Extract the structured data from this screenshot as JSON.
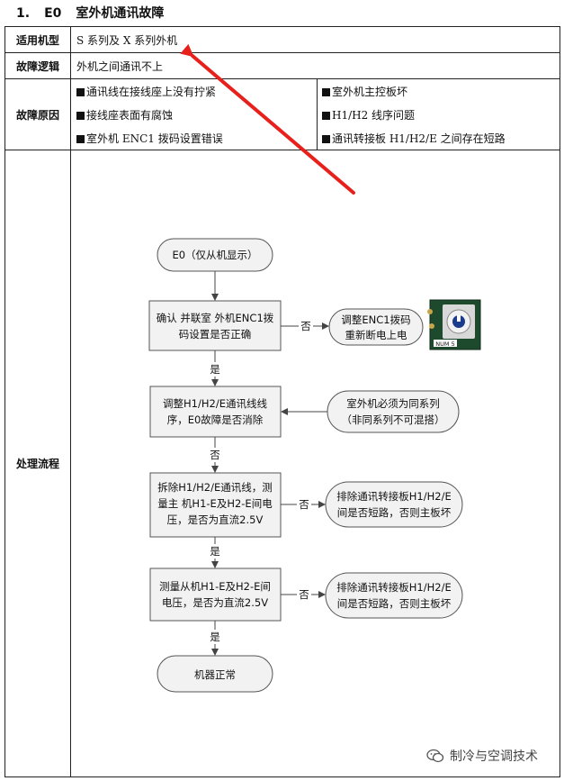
{
  "heading": {
    "number": "1.",
    "code": "E0",
    "title": "室外机通讯故障"
  },
  "table": {
    "model_label": "适用机型",
    "model_value": "S 系列及 X 系列外机",
    "logic_label": "故障逻辑",
    "logic_value": "外机之间通讯不上",
    "cause_label": "故障原因",
    "causes_left": [
      "通讯线在接线座上没有拧紧",
      "接线座表面有腐蚀",
      "室外机 ENC1 拨码设置错误"
    ],
    "causes_right": [
      "室外机主控板坏",
      "H1/H2 线序问题",
      "通讯转接板 H1/H2/E 之间存在短路"
    ],
    "process_label": "处理流程"
  },
  "flow": {
    "start": "E0（仅从机显示）",
    "step1": [
      "确认 并联室 外机ENC1拨",
      "码设置是否正确"
    ],
    "step1_no": "否",
    "step1_action": [
      "调整ENC1拨码",
      "重新断电上电"
    ],
    "yes1": "是",
    "step2": [
      "调整H1/H2/E通讯线线",
      "序，E0故障是否消除"
    ],
    "step2_note": [
      "室外机必须为同系列",
      "（非同系列不可混搭）"
    ],
    "no2": "否",
    "step3": [
      "拆除H1/H2/E通讯线，测",
      "量主 机H1-E及H2-E间电",
      "压，是否为直流2.5V"
    ],
    "step3_no": "否",
    "step3_action": [
      "排除通讯转接板H1/H2/E",
      "间是否短路，否则主板坏"
    ],
    "yes3": "是",
    "step4": [
      "测量从机H1-E及H2-E间",
      "电压，是否为直流2.5V"
    ],
    "step4_no": "否",
    "step4_action": [
      "排除通讯转接板H1/H2/E",
      "间是否短路，否则主板坏"
    ],
    "yes4": "是",
    "end": "机器正常",
    "photo_label": "NUM 5"
  },
  "watermark": "制冷与空调技术",
  "colors": {
    "annotation": "#e8201c",
    "box_fill": "#f2f2f2",
    "box_border": "#555555"
  }
}
